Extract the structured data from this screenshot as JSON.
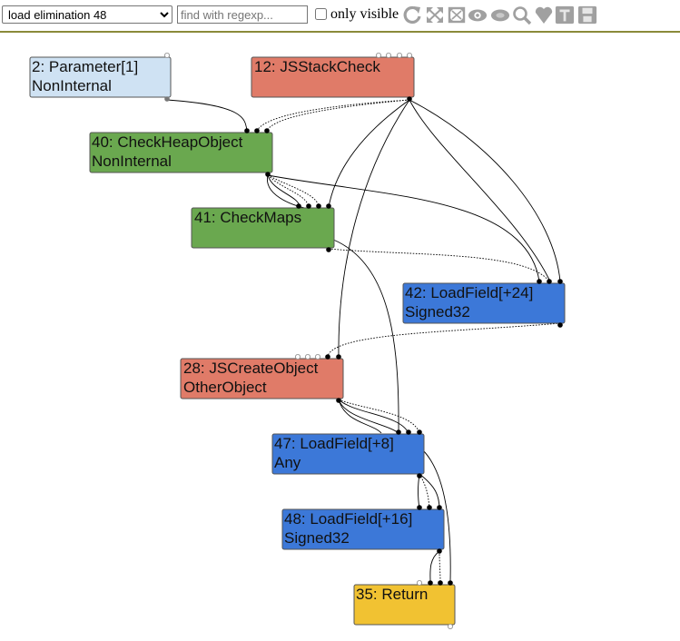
{
  "toolbar": {
    "phase_select": "load elimination 48",
    "search_placeholder": "find with regexp...",
    "only_visible_label": "only visible"
  },
  "colors": {
    "parameter": "#cfe2f3",
    "js_red": "#e07b68",
    "green": "#6aa84f",
    "blue": "#3c78d8",
    "return": "#f1c232",
    "icon_grey": "#a0a0a0"
  },
  "icons": [
    "relayout-icon",
    "show-all-icon",
    "toggle-hide-dead-icon",
    "show-selection-icon",
    "hide-unselected-icon",
    "zoom-selection-icon",
    "toggle-types-icon",
    "text-types-icon",
    "save-icon"
  ],
  "nodes": [
    {
      "id": "n2",
      "line1": "2: Parameter[1]",
      "line2": "NonInternal",
      "color": "parameter"
    },
    {
      "id": "n12",
      "line1": "12: JSStackCheck",
      "line2": "",
      "color": "js_red"
    },
    {
      "id": "n40",
      "line1": "40: CheckHeapObject",
      "line2": "NonInternal",
      "color": "green"
    },
    {
      "id": "n41",
      "line1": "41: CheckMaps",
      "line2": "",
      "color": "green"
    },
    {
      "id": "n42",
      "line1": "42: LoadField[+24]",
      "line2": "Signed32",
      "color": "blue"
    },
    {
      "id": "n28",
      "line1": "28: JSCreateObject",
      "line2": "OtherObject",
      "color": "js_red"
    },
    {
      "id": "n47",
      "line1": "47: LoadField[+8]",
      "line2": "Any",
      "color": "blue"
    },
    {
      "id": "n48",
      "line1": "48: LoadField[+16]",
      "line2": "Signed32",
      "color": "blue"
    },
    {
      "id": "n35",
      "line1": "35: Return",
      "line2": "",
      "color": "return"
    }
  ]
}
